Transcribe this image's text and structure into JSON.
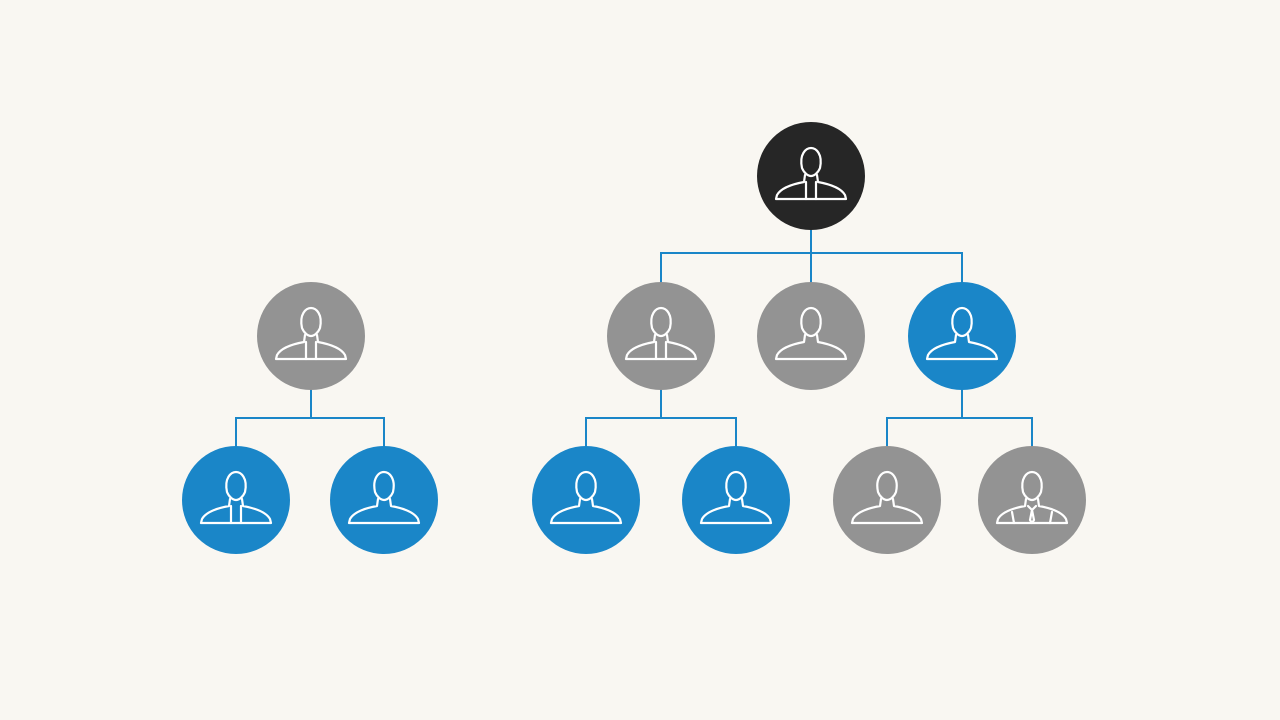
{
  "colors": {
    "background": "#f9f7f2",
    "connector": "#1a86c8",
    "icon_stroke": "#ffffff",
    "dark": "#262626",
    "gray": "#939393",
    "blue": "#1a86c8"
  },
  "nodes": [
    {
      "id": "root",
      "color": "dark",
      "icon": "person-split-icon",
      "parent": null
    },
    {
      "id": "left-manager",
      "color": "gray",
      "icon": "person-split-icon",
      "parent": null
    },
    {
      "id": "left-child-1",
      "color": "blue",
      "icon": "person-split-icon",
      "parent": "left-manager"
    },
    {
      "id": "left-child-2",
      "color": "blue",
      "icon": "person-icon",
      "parent": "left-manager"
    },
    {
      "id": "mid-manager-1",
      "color": "gray",
      "icon": "person-split-icon",
      "parent": "root"
    },
    {
      "id": "mid-manager-2",
      "color": "gray",
      "icon": "person-icon",
      "parent": "root"
    },
    {
      "id": "mid-manager-3",
      "color": "blue",
      "icon": "person-icon",
      "parent": "root"
    },
    {
      "id": "leaf-1",
      "color": "blue",
      "icon": "person-icon",
      "parent": "mid-manager-1"
    },
    {
      "id": "leaf-2",
      "color": "blue",
      "icon": "person-icon",
      "parent": "mid-manager-1"
    },
    {
      "id": "leaf-3",
      "color": "gray",
      "icon": "person-icon",
      "parent": "mid-manager-3"
    },
    {
      "id": "leaf-4",
      "color": "gray",
      "icon": "person-tie-icon",
      "parent": "mid-manager-3"
    }
  ]
}
